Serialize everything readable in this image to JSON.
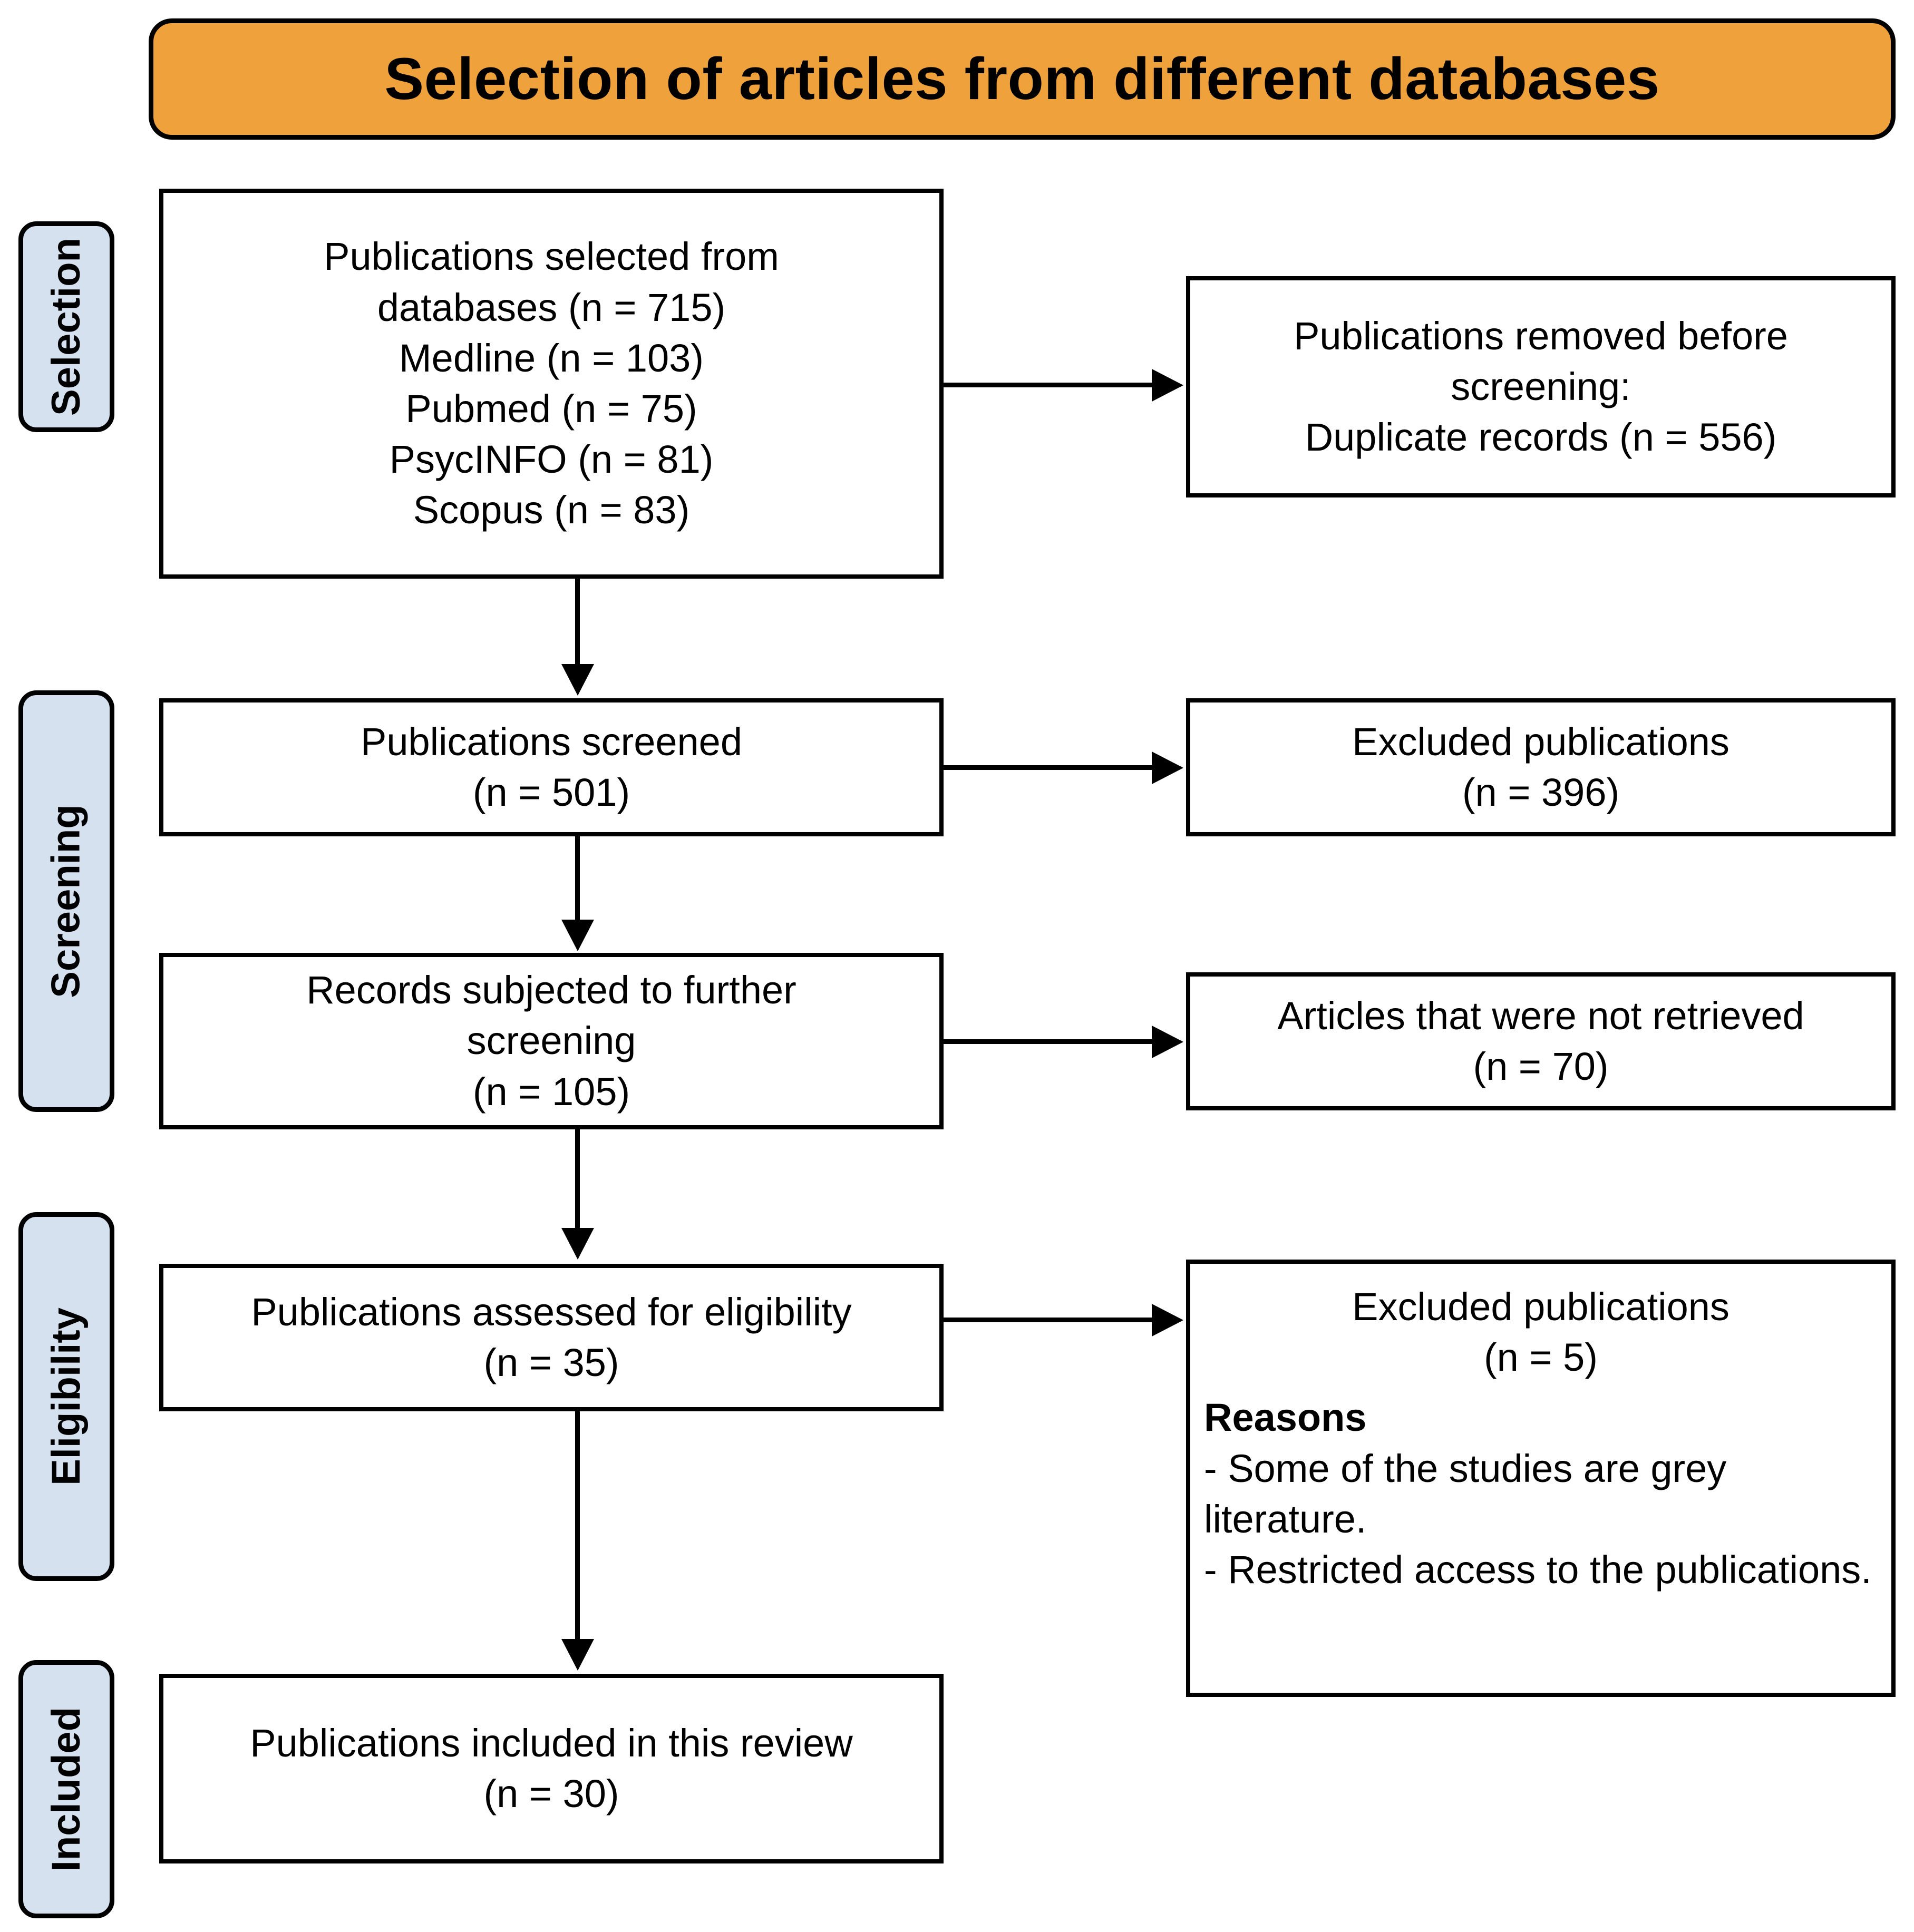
{
  "title": {
    "text": "Selection of articles from different databases",
    "background_color": "#efa13c",
    "border_color": "#000000"
  },
  "stages": [
    {
      "label": "Selection"
    },
    {
      "label": "Screening"
    },
    {
      "label": "Eligibility"
    },
    {
      "label": "Included"
    }
  ],
  "stage_tab_color": "#d6e1f0",
  "boxes": {
    "identification": {
      "lines": [
        "Publications selected from",
        "databases (n = 715)",
        "Medline (n = 103)",
        "Pubmed (n = 75)",
        "PsycINFO (n = 81)",
        "Scopus (n = 83)"
      ]
    },
    "removed_before_screening": {
      "lines": [
        "Publications removed before",
        "screening:",
        "Duplicate records (n = 556)"
      ]
    },
    "screened": {
      "lines": [
        "Publications screened",
        "(n = 501)"
      ]
    },
    "excluded_screened": {
      "lines": [
        "Excluded publications",
        "(n = 396)"
      ]
    },
    "further_screening": {
      "lines": [
        "Records subjected to further",
        "screening",
        "(n = 105)"
      ]
    },
    "not_retrieved": {
      "lines": [
        "Articles that were not retrieved",
        "(n = 70)"
      ]
    },
    "assessed_eligibility": {
      "lines": [
        "Publications assessed for eligibility",
        "(n = 35)"
      ]
    },
    "excluded_eligibility": {
      "header_lines": [
        "Excluded publications",
        "(n = 5)"
      ],
      "reasons_heading": "Reasons",
      "reasons": [
        "- Some of the studies are grey literature.",
        "- Restricted access to the publications."
      ]
    },
    "included": {
      "lines": [
        "Publications included in this review",
        "(n = 30)"
      ]
    }
  },
  "chart_data": {
    "type": "diagram",
    "title": "Selection of articles from different databases",
    "nodes": [
      {
        "id": "identification",
        "stage": "Selection",
        "label": "Publications selected from databases",
        "n": 715,
        "breakdown": [
          {
            "source": "Medline",
            "n": 103
          },
          {
            "source": "Pubmed",
            "n": 75
          },
          {
            "source": "PsycINFO",
            "n": 81
          },
          {
            "source": "Scopus",
            "n": 83
          }
        ]
      },
      {
        "id": "removed_before_screening",
        "stage": "Selection",
        "label": "Publications removed before screening: Duplicate records",
        "n": 556
      },
      {
        "id": "screened",
        "stage": "Screening",
        "label": "Publications screened",
        "n": 501
      },
      {
        "id": "excluded_screened",
        "stage": "Screening",
        "label": "Excluded publications",
        "n": 396
      },
      {
        "id": "further_screening",
        "stage": "Screening",
        "label": "Records subjected to further screening",
        "n": 105
      },
      {
        "id": "not_retrieved",
        "stage": "Screening",
        "label": "Articles that were not retrieved",
        "n": 70
      },
      {
        "id": "assessed_eligibility",
        "stage": "Eligibility",
        "label": "Publications assessed for eligibility",
        "n": 35
      },
      {
        "id": "excluded_eligibility",
        "stage": "Eligibility",
        "label": "Excluded publications",
        "n": 5,
        "reasons": [
          "Some of the studies are grey literature.",
          "Restricted access to the publications."
        ]
      },
      {
        "id": "included",
        "stage": "Included",
        "label": "Publications included in this review",
        "n": 30
      }
    ],
    "edges": [
      {
        "from": "identification",
        "to": "removed_before_screening",
        "direction": "right"
      },
      {
        "from": "identification",
        "to": "screened",
        "direction": "down"
      },
      {
        "from": "screened",
        "to": "excluded_screened",
        "direction": "right"
      },
      {
        "from": "screened",
        "to": "further_screening",
        "direction": "down"
      },
      {
        "from": "further_screening",
        "to": "not_retrieved",
        "direction": "right"
      },
      {
        "from": "further_screening",
        "to": "assessed_eligibility",
        "direction": "down"
      },
      {
        "from": "assessed_eligibility",
        "to": "excluded_eligibility",
        "direction": "right"
      },
      {
        "from": "assessed_eligibility",
        "to": "included",
        "direction": "down"
      }
    ]
  }
}
